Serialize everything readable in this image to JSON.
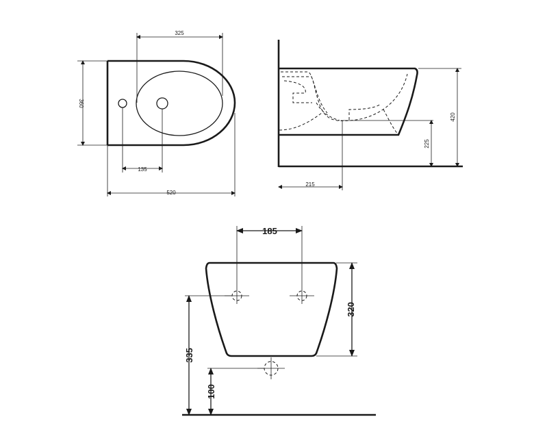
{
  "top_view": {
    "dim_bowl_width": "325",
    "dim_depth": "360",
    "dim_tap_offset": "135",
    "dim_total_length": "520"
  },
  "side_view": {
    "dim_height": "420",
    "dim_outlet_height": "225",
    "dim_outlet_offset": "215"
  },
  "front_view": {
    "dim_bolt_spacing": "185",
    "dim_front_height": "320",
    "dim_bolt_height": "335",
    "dim_waste_height": "100"
  }
}
